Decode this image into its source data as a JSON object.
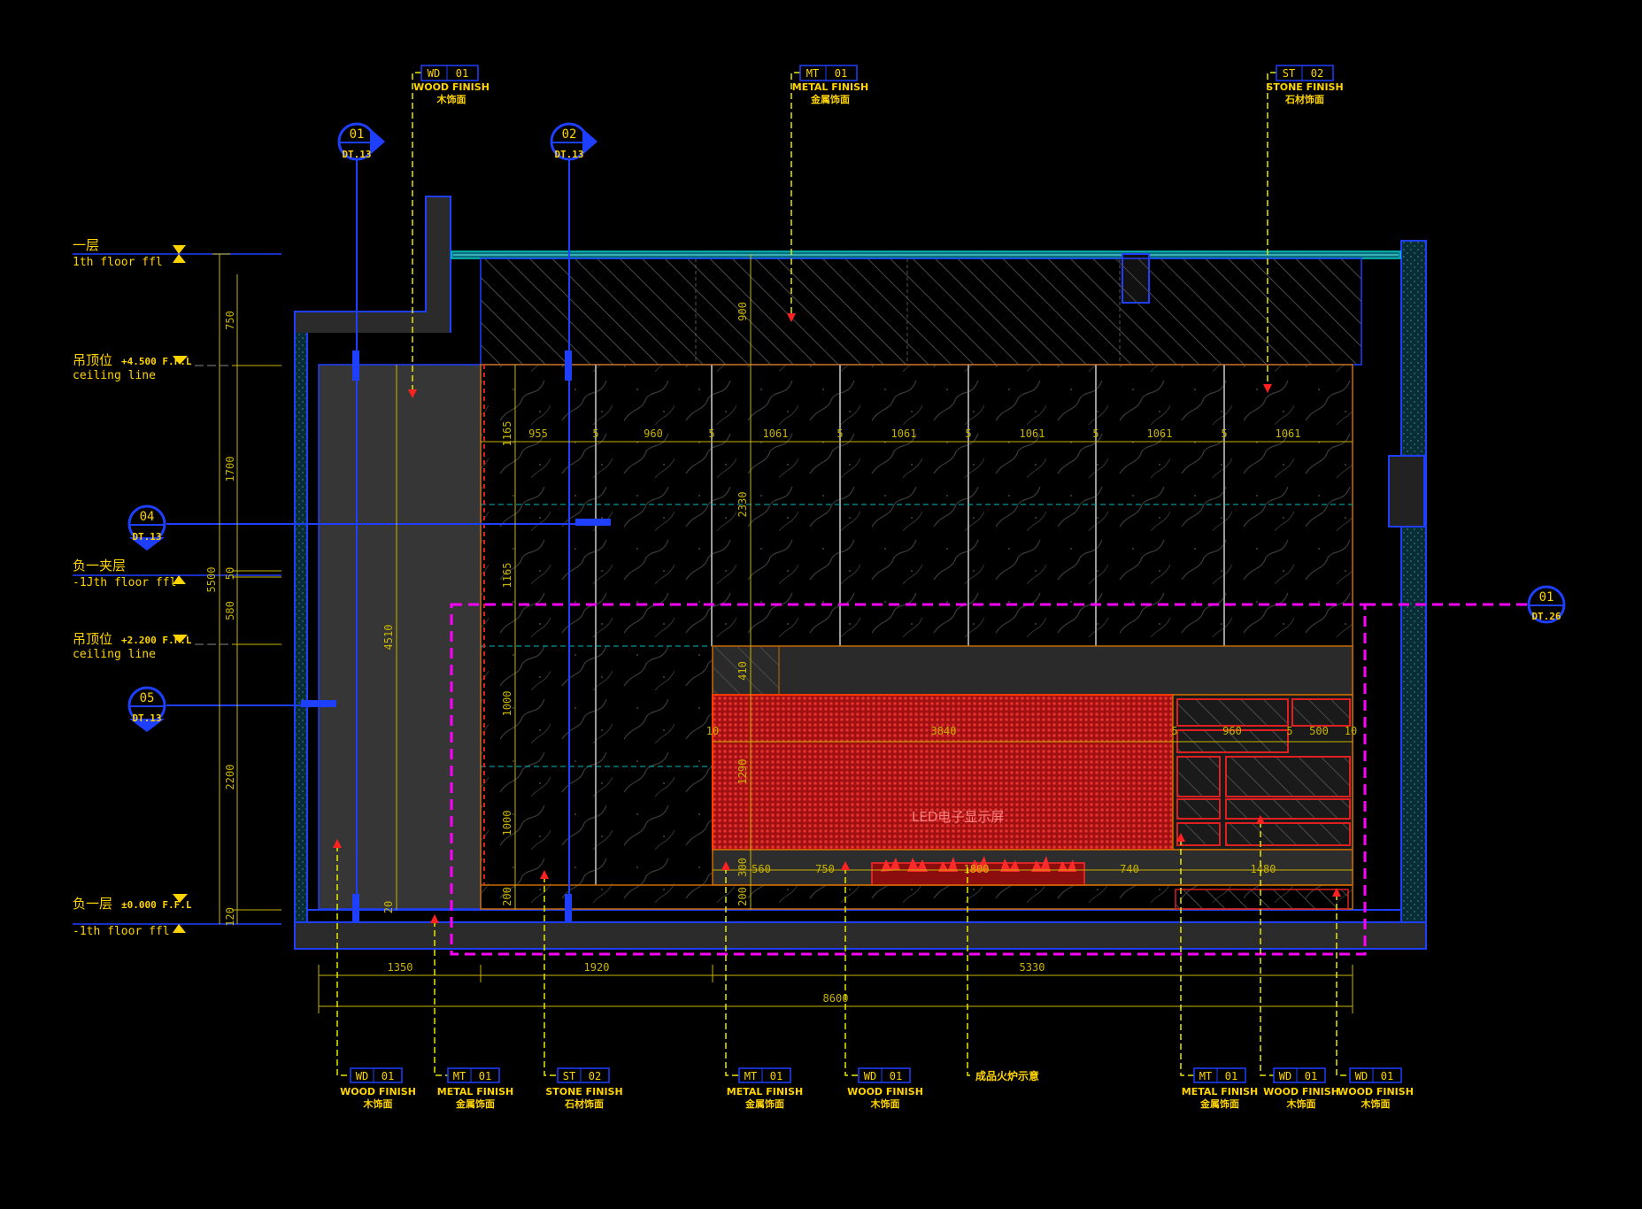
{
  "levels": {
    "first_floor": {
      "cn": "一层",
      "en": "1th floor ffl"
    },
    "ceiling_upper": {
      "cn": "吊顶位",
      "ffl": "+4.500 F.F.L",
      "en": "ceiling line"
    },
    "mezzanine": {
      "cn": "负一夹层",
      "en": "-1Jth floor ffl"
    },
    "ceiling_lower": {
      "cn": "吊顶位",
      "ffl": "+2.200 F.F.L",
      "en": "ceiling line"
    },
    "basement": {
      "cn": "负一层",
      "ffl": "±0.000 F.F.L",
      "en": "-1th floor ffl"
    }
  },
  "section_markers": [
    {
      "num": "01",
      "ref": "DT.13"
    },
    {
      "num": "02",
      "ref": "DT.13"
    },
    {
      "num": "04",
      "ref": "DT.13"
    },
    {
      "num": "05",
      "ref": "DT.13"
    },
    {
      "num": "01",
      "ref": "DT.26"
    }
  ],
  "top_tags": [
    {
      "code": "WD",
      "num": "01",
      "en": "WOOD FINISH",
      "cn": "木饰面"
    },
    {
      "code": "MT",
      "num": "01",
      "en": "METAL FINISH",
      "cn": "金属饰面"
    },
    {
      "code": "ST",
      "num": "02",
      "en": "STONE FINISH",
      "cn": "石材饰面"
    }
  ],
  "bottom_tags": [
    {
      "code": "WD",
      "num": "01",
      "en": "WOOD FINISH",
      "cn": "木饰面"
    },
    {
      "code": "MT",
      "num": "01",
      "en": "METAL FINISH",
      "cn": "金属饰面"
    },
    {
      "code": "ST",
      "num": "02",
      "en": "STONE FINISH",
      "cn": "石材饰面"
    },
    {
      "code": "MT",
      "num": "01",
      "en": "METAL FINISH",
      "cn": "金属饰面"
    },
    {
      "code": "WD",
      "num": "01",
      "en": "WOOD FINISH",
      "cn": "木饰面"
    },
    {
      "code": "",
      "num": "",
      "en": "",
      "cn": "成品火炉示意"
    },
    {
      "code": "MT",
      "num": "01",
      "en": "METAL FINISH",
      "cn": "金属饰面"
    },
    {
      "code": "WD",
      "num": "01",
      "en": "WOOD FINISH",
      "cn": "木饰面"
    },
    {
      "code": "WD",
      "num": "01",
      "en": "WOOD FINISH",
      "cn": "木饰面"
    }
  ],
  "dimensions": {
    "left_col_a": [
      "750",
      "1700",
      "50",
      "580",
      "2200",
      "120"
    ],
    "left_total": "5500",
    "wall_height": "4510",
    "wall_bottom": "20",
    "upper_height": "900",
    "wall_mid_height": "2330",
    "panel_rows": [
      "1165",
      "1165",
      "1000",
      "1000",
      "200"
    ],
    "panel_widths": [
      "955",
      "5",
      "960",
      "5",
      "1061",
      "5",
      "1061",
      "5",
      "1061",
      "5",
      "1061",
      "5",
      "1061"
    ],
    "tv_row": [
      "10",
      "3840",
      "5",
      "960",
      "5",
      "500",
      "10"
    ],
    "cabinet_heights": [
      "410",
      "1290",
      "300",
      "200"
    ],
    "plinth_row": [
      "560",
      "750",
      "1800",
      "740",
      "1480"
    ],
    "bottom_row": [
      "1350",
      "1920",
      "5330"
    ],
    "overall": "8600"
  },
  "led_label": "LED电子显示屏",
  "colors": {
    "background": "#000000",
    "wall_outline": "#1f3fff",
    "dimension": "#c9b400",
    "tag_line": "#e8e800",
    "led": "#d81e1e",
    "section_box": "#ff00ff",
    "marker": "#1f3fff",
    "glass": "#00c8c8",
    "stone": "#232323",
    "outer_wall": "#0e3c46"
  }
}
